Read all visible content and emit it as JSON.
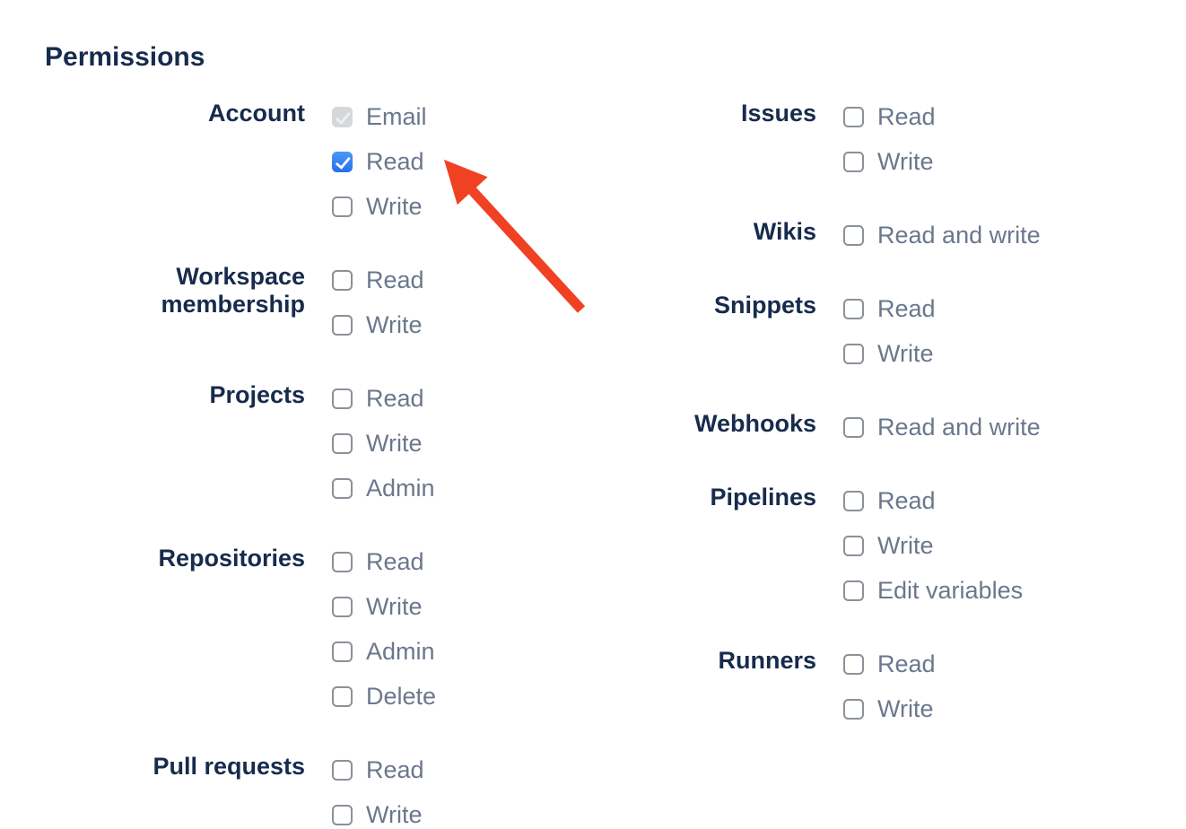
{
  "title": "Permissions",
  "colors": {
    "heading_text": "#172B4D",
    "group_label_text": "#172B4D",
    "option_label_text": "#6B778C",
    "checkbox_checked_blue": "#2D7DF0",
    "checkbox_unchecked_border": "#8A9199",
    "checkbox_disabled_bg": "#D6D7D9",
    "arrow_red": "#F04123"
  },
  "annotation_arrow": {
    "color": "#F04123",
    "points_to": "account-read-checkbox"
  },
  "columns": [
    {
      "side": "left",
      "groups": [
        {
          "label": "Account",
          "options": [
            {
              "label": "Email",
              "state": "checked_disabled"
            },
            {
              "label": "Read",
              "state": "checked"
            },
            {
              "label": "Write",
              "state": "unchecked"
            }
          ]
        },
        {
          "label": "Workspace membership",
          "options": [
            {
              "label": "Read",
              "state": "unchecked"
            },
            {
              "label": "Write",
              "state": "unchecked"
            }
          ]
        },
        {
          "label": "Projects",
          "options": [
            {
              "label": "Read",
              "state": "unchecked"
            },
            {
              "label": "Write",
              "state": "unchecked"
            },
            {
              "label": "Admin",
              "state": "unchecked"
            }
          ]
        },
        {
          "label": "Repositories",
          "options": [
            {
              "label": "Read",
              "state": "unchecked"
            },
            {
              "label": "Write",
              "state": "unchecked"
            },
            {
              "label": "Admin",
              "state": "unchecked"
            },
            {
              "label": "Delete",
              "state": "unchecked"
            }
          ]
        },
        {
          "label": "Pull requests",
          "options": [
            {
              "label": "Read",
              "state": "unchecked"
            },
            {
              "label": "Write",
              "state": "unchecked"
            }
          ]
        }
      ]
    },
    {
      "side": "right",
      "groups": [
        {
          "label": "Issues",
          "options": [
            {
              "label": "Read",
              "state": "unchecked"
            },
            {
              "label": "Write",
              "state": "unchecked"
            }
          ]
        },
        {
          "label": "Wikis",
          "options": [
            {
              "label": "Read and write",
              "state": "unchecked"
            }
          ]
        },
        {
          "label": "Snippets",
          "options": [
            {
              "label": "Read",
              "state": "unchecked"
            },
            {
              "label": "Write",
              "state": "unchecked"
            }
          ]
        },
        {
          "label": "Webhooks",
          "options": [
            {
              "label": "Read and write",
              "state": "unchecked"
            }
          ]
        },
        {
          "label": "Pipelines",
          "options": [
            {
              "label": "Read",
              "state": "unchecked"
            },
            {
              "label": "Write",
              "state": "unchecked"
            },
            {
              "label": "Edit variables",
              "state": "unchecked"
            }
          ]
        },
        {
          "label": "Runners",
          "options": [
            {
              "label": "Read",
              "state": "unchecked"
            },
            {
              "label": "Write",
              "state": "unchecked"
            }
          ]
        }
      ]
    }
  ]
}
